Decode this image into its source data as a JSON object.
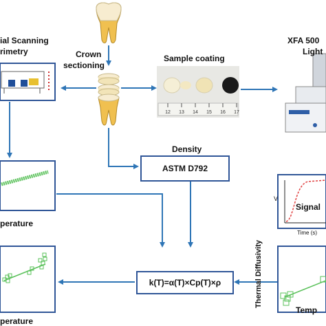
{
  "labels": {
    "dsc_line1": "ial Scanning",
    "dsc_line2": "rimetry",
    "crown_line1": "Crown",
    "crown_line2": "sectioning",
    "sample_coating": "Sample coating",
    "xfa_line1": "XFA 500",
    "xfa_line2": "Light",
    "density": "Density",
    "astm": "ASTM D792",
    "formula": "k(T)=α(T)×Cp(T)×ρ",
    "temperature_mid": "perature",
    "temperature_bottom": "perature",
    "signal": "Signal",
    "v_axis": "V",
    "time_axis": "Time (s)",
    "thermal_line1": "Thermal Diffusivity",
    "temp_right": "Temp",
    "ruler_ticks": [
      "12",
      "13",
      "14",
      "15",
      "16",
      "17"
    ]
  },
  "colors": {
    "arrow": "#2e75b6",
    "box_border": "#2f5597",
    "green": "#5ac15a",
    "signal_curve": "#e04040",
    "tooth": "#f2e4b8",
    "tooth_root": "#f0c050"
  }
}
